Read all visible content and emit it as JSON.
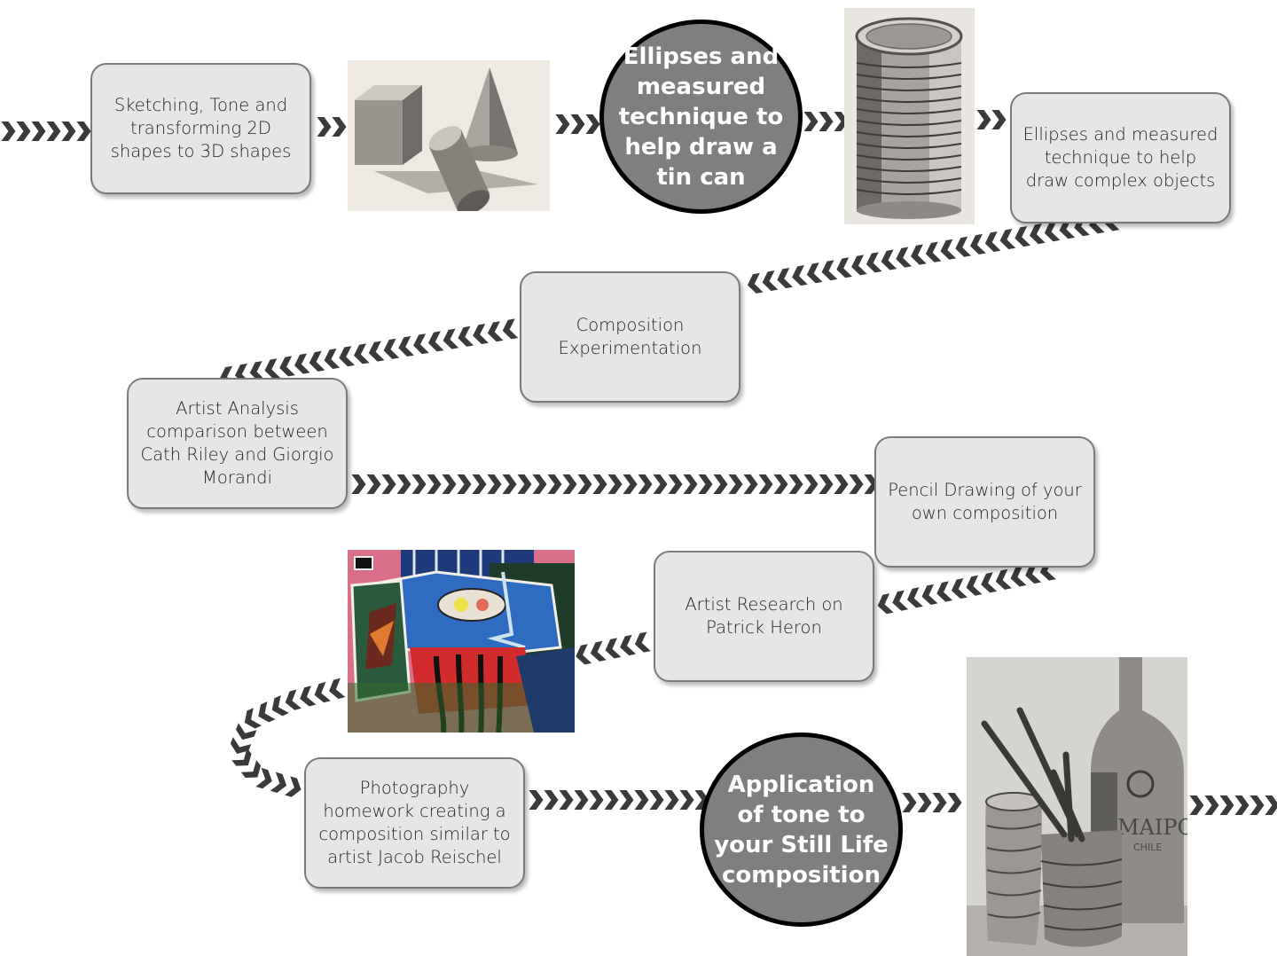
{
  "steps": {
    "sketching": "Sketching, Tone and transforming 2D shapes to 3D shapes",
    "ellipses_tin_can": "Ellipses and measured technique to help draw a tin can",
    "ellipses_complex": "Ellipses and measured technique to help draw complex objects",
    "composition_experimentation": "Composition Experimentation",
    "artist_analysis": "Artist Analysis comparison between Cath Riley and Giorgio Morandi",
    "pencil_drawing": "Pencil Drawing of your own composition",
    "artist_research": "Artist Research on Patrick Heron",
    "photography_homework": "Photography homework creating a composition similar to artist Jacob Reischel",
    "application_of_tone": "Application of tone to your Still Life composition"
  },
  "images": {
    "shapes": "pencil sketch of cube, cone and cylinder",
    "tin_can": "pencil drawing of a tin can",
    "heron": "Patrick Heron style colourful abstract painting",
    "still_life": "pencil still life of bottle, brushes and jars",
    "still_life_label": "MAIPO",
    "still_life_sublabel": "CHILE"
  },
  "colors": {
    "arrow": "#3a3a3a",
    "box_fill": "#e6e6e6",
    "box_border": "#7a7a7a",
    "circle_fill": "#7f7f7f",
    "circle_border": "#000000"
  }
}
